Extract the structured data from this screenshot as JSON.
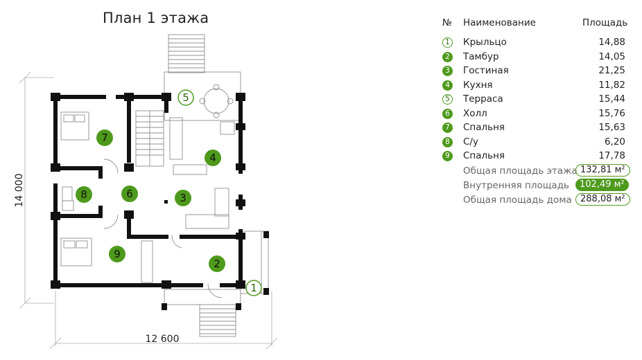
{
  "title": "План 1 этажа",
  "dimensions": {
    "width": "12 600",
    "height": "14 000"
  },
  "table": {
    "headers": {
      "num": "№",
      "name": "Наименование",
      "area": "Площадь"
    },
    "rooms": [
      {
        "num": "1",
        "name": "Крыльцо",
        "area": "14,88",
        "style": "outline"
      },
      {
        "num": "2",
        "name": "Тамбур",
        "area": "14,05",
        "style": "filled"
      },
      {
        "num": "3",
        "name": "Гостиная",
        "area": "21,25",
        "style": "filled"
      },
      {
        "num": "4",
        "name": "Кухня",
        "area": "11,82",
        "style": "filled"
      },
      {
        "num": "5",
        "name": "Терраса",
        "area": "15,44",
        "style": "outline"
      },
      {
        "num": "6",
        "name": "Холл",
        "area": "15,76",
        "style": "filled"
      },
      {
        "num": "7",
        "name": "Спальня",
        "area": "15,63",
        "style": "filled"
      },
      {
        "num": "8",
        "name": "С/у",
        "area": "6,20",
        "style": "filled"
      },
      {
        "num": "9",
        "name": "Спальня",
        "area": "17,78",
        "style": "filled"
      }
    ],
    "totals": [
      {
        "name": "Общая площадь этажа",
        "value": "132,81 м²",
        "style": "outline"
      },
      {
        "name": "Внутренняя площадь",
        "value": "102,49 м²",
        "style": "filled"
      },
      {
        "name": "Общая площадь дома",
        "value": "288,08 м²",
        "style": "outline"
      }
    ]
  },
  "plan_markers": [
    "1",
    "2",
    "3",
    "4",
    "5",
    "6",
    "7",
    "8",
    "9"
  ],
  "colors": {
    "accent": "#4e9a1c",
    "wall": "#111111",
    "line": "#9a9a9a"
  }
}
